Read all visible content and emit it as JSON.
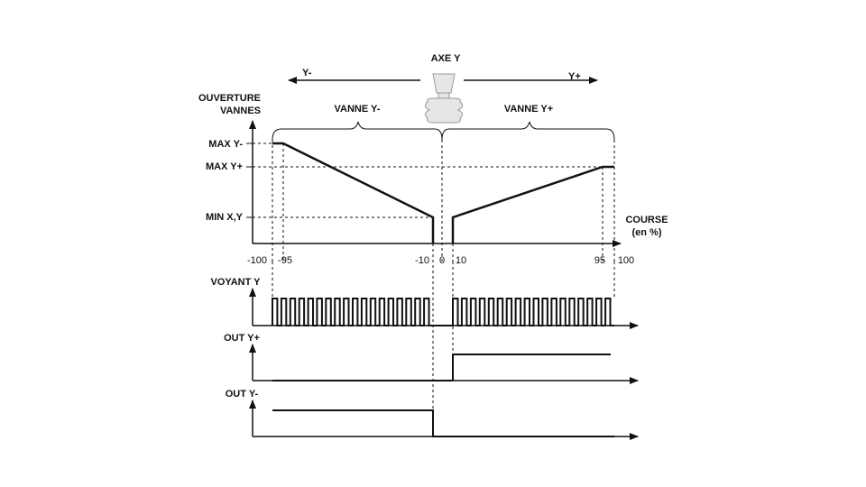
{
  "header": {
    "axis_title": "AXE Y",
    "dir_left": "Y-",
    "dir_right": "Y+",
    "left_region": "VANNE Y-",
    "right_region": "VANNE Y+"
  },
  "valve_plot": {
    "y_title_line1": "OUVERTURE",
    "y_title_line2": "VANNES",
    "levels": [
      "MAX Y-",
      "MAX Y+",
      "MIN X,Y"
    ],
    "x_title_line1": "COURSE",
    "x_title_line2": "(en %)",
    "x_ticks": [
      "-100",
      "-95",
      "-10",
      "0",
      "10",
      "95",
      "100"
    ]
  },
  "signals": {
    "voyant": "VOYANT Y",
    "out_plus": "OUT  Y+",
    "out_minus": "OUT  Y-"
  },
  "colors": {
    "line": "#111111",
    "joystick": "#cccccc"
  },
  "icons": {
    "joystick": "joystick-icon"
  }
}
